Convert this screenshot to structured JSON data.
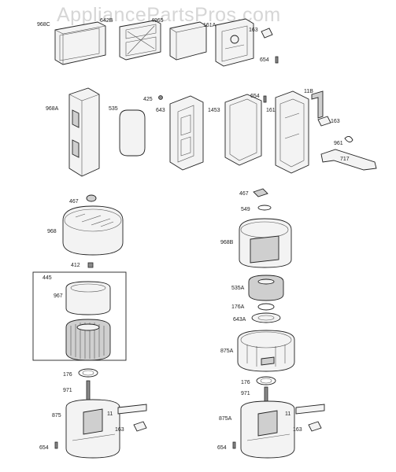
{
  "watermark": "AppliancePartsPros.com",
  "labels": {
    "l968C": "968C",
    "l642B": "642B",
    "l4965": "4965",
    "l161A": "161A",
    "l163a": "163",
    "l654a": "654",
    "l968A": "968A",
    "l535": "535",
    "l425": "425",
    "l643": "643",
    "l1453": "1453",
    "l654b": "654",
    "l161": "161",
    "l11B": "11B",
    "l163b": "163",
    "l961": "961",
    "l717": "717",
    "l467a": "467",
    "l968": "968",
    "l412": "412",
    "l445": "445",
    "l967": "967",
    "l467b": "467",
    "l549": "549",
    "l968B": "968B",
    "l535A": "535A",
    "l176A": "176A",
    "l643A": "643A",
    "l875A": "875A",
    "l176a": "176",
    "l971a": "971",
    "l875": "875",
    "l11a": "11",
    "l163c": "163",
    "l654c": "654",
    "l176b": "176",
    "l971b": "971",
    "l875Ab": "875A",
    "l11b": "11",
    "l163d": "163",
    "l654d": "654"
  }
}
